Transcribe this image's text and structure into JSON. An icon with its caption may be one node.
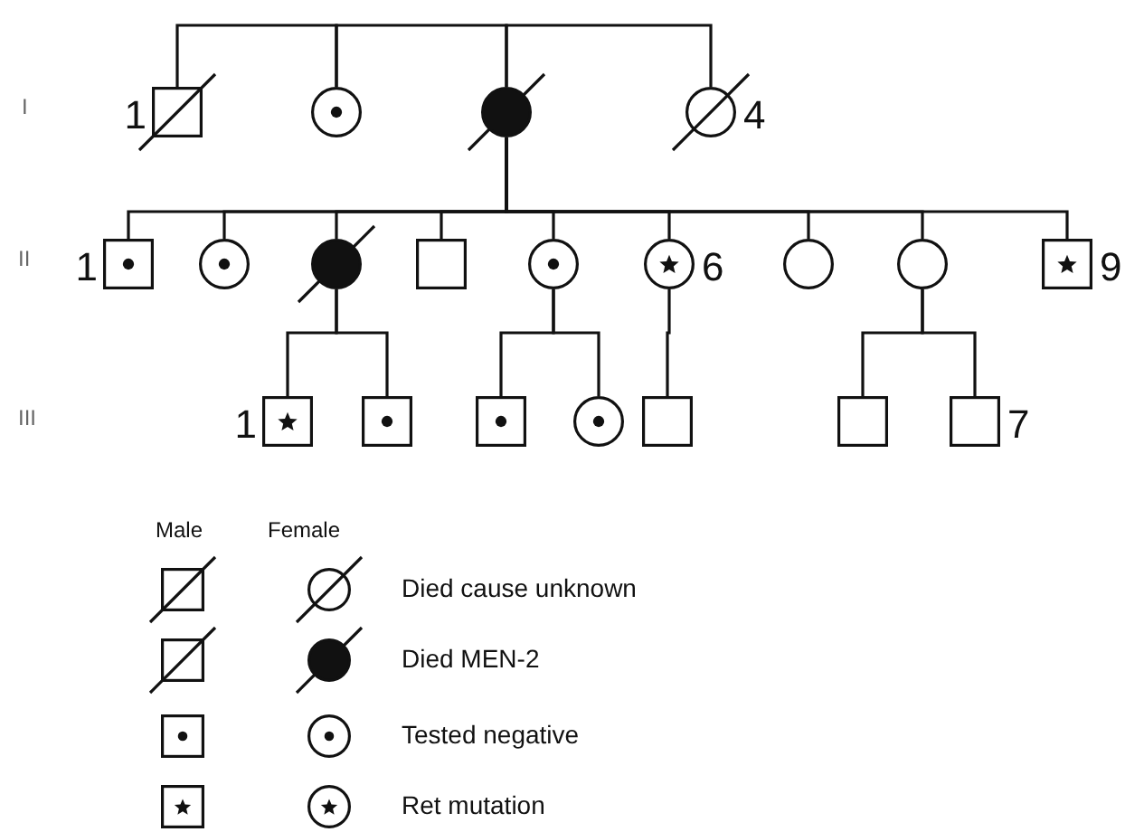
{
  "diagram": {
    "nodes": [
      {
        "text": [],
        "shape": "box",
        "beside": [
          "1"
        ]
      },
      {
        "text": [],
        "shape": "circle"
      },
      {
        "text": [],
        "shape": "circle"
      },
      {
        "text": [],
        "shape": "circle",
        "beside": [
          "4"
        ]
      },
      {
        "text": [],
        "shape": "box",
        "beside": [
          "1"
        ]
      },
      {
        "text": [],
        "shape": "circle"
      },
      {
        "text": [],
        "shape": "circle"
      },
      {
        "text": [],
        "shape": "box"
      },
      {
        "text": [],
        "shape": "circle"
      },
      {
        "text": [],
        "shape": "circle",
        "beside": [
          "6"
        ]
      },
      {
        "text": [],
        "shape": "circle"
      },
      {
        "text": [],
        "shape": "circle"
      },
      {
        "text": [],
        "shape": "box",
        "beside": [
          "9"
        ]
      },
      {
        "text": [],
        "shape": "box",
        "beside": [
          "1"
        ]
      },
      {
        "text": [],
        "shape": "box"
      },
      {
        "text": [],
        "shape": "box"
      },
      {
        "text": [],
        "shape": "circle"
      },
      {
        "text": [],
        "shape": "box"
      },
      {
        "text": [],
        "shape": "box"
      },
      {
        "text": [],
        "shape": "box",
        "beside": [
          "7"
        ]
      }
    ],
    "edges": [
      {
        "from": 0,
        "to": 1,
        "arrow": "none"
      },
      {
        "from": 1,
        "to": 2,
        "arrow": "none"
      },
      {
        "from": 2,
        "to": 3,
        "arrow": "none"
      },
      {
        "from": 2,
        "to": 4,
        "arrow": "none"
      },
      {
        "from": 2,
        "to": 5,
        "arrow": "none"
      },
      {
        "from": 2,
        "to": 6,
        "arrow": "none"
      },
      {
        "from": 2,
        "to": 7,
        "arrow": "none"
      },
      {
        "from": 2,
        "to": 8,
        "arrow": "none"
      },
      {
        "from": 2,
        "to": 9,
        "arrow": "none"
      },
      {
        "from": 2,
        "to": 10,
        "arrow": "none"
      },
      {
        "from": 2,
        "to": 11,
        "arrow": "none"
      },
      {
        "from": 2,
        "to": 12,
        "arrow": "none"
      },
      {
        "from": 6,
        "to": 13,
        "arrow": "none"
      },
      {
        "from": 6,
        "to": 14,
        "arrow": "none"
      },
      {
        "from": 8,
        "to": 15,
        "arrow": "none"
      },
      {
        "from": 8,
        "to": 16,
        "arrow": "none"
      },
      {
        "from": 9,
        "to": 17,
        "arrow": "none"
      },
      {
        "from": 11,
        "to": 18,
        "arrow": "none"
      },
      {
        "from": 11,
        "to": 19,
        "arrow": "none"
      }
    ],
    "labels": [
      "I",
      "II",
      "III",
      "Male",
      "Female"
    ],
    "legend": [
      {
        "text": "Died cause unknown"
      },
      {
        "text": "Died MEN-2"
      },
      {
        "text": "Tested negative"
      },
      {
        "text": "Ret mutation"
      }
    ]
  }
}
